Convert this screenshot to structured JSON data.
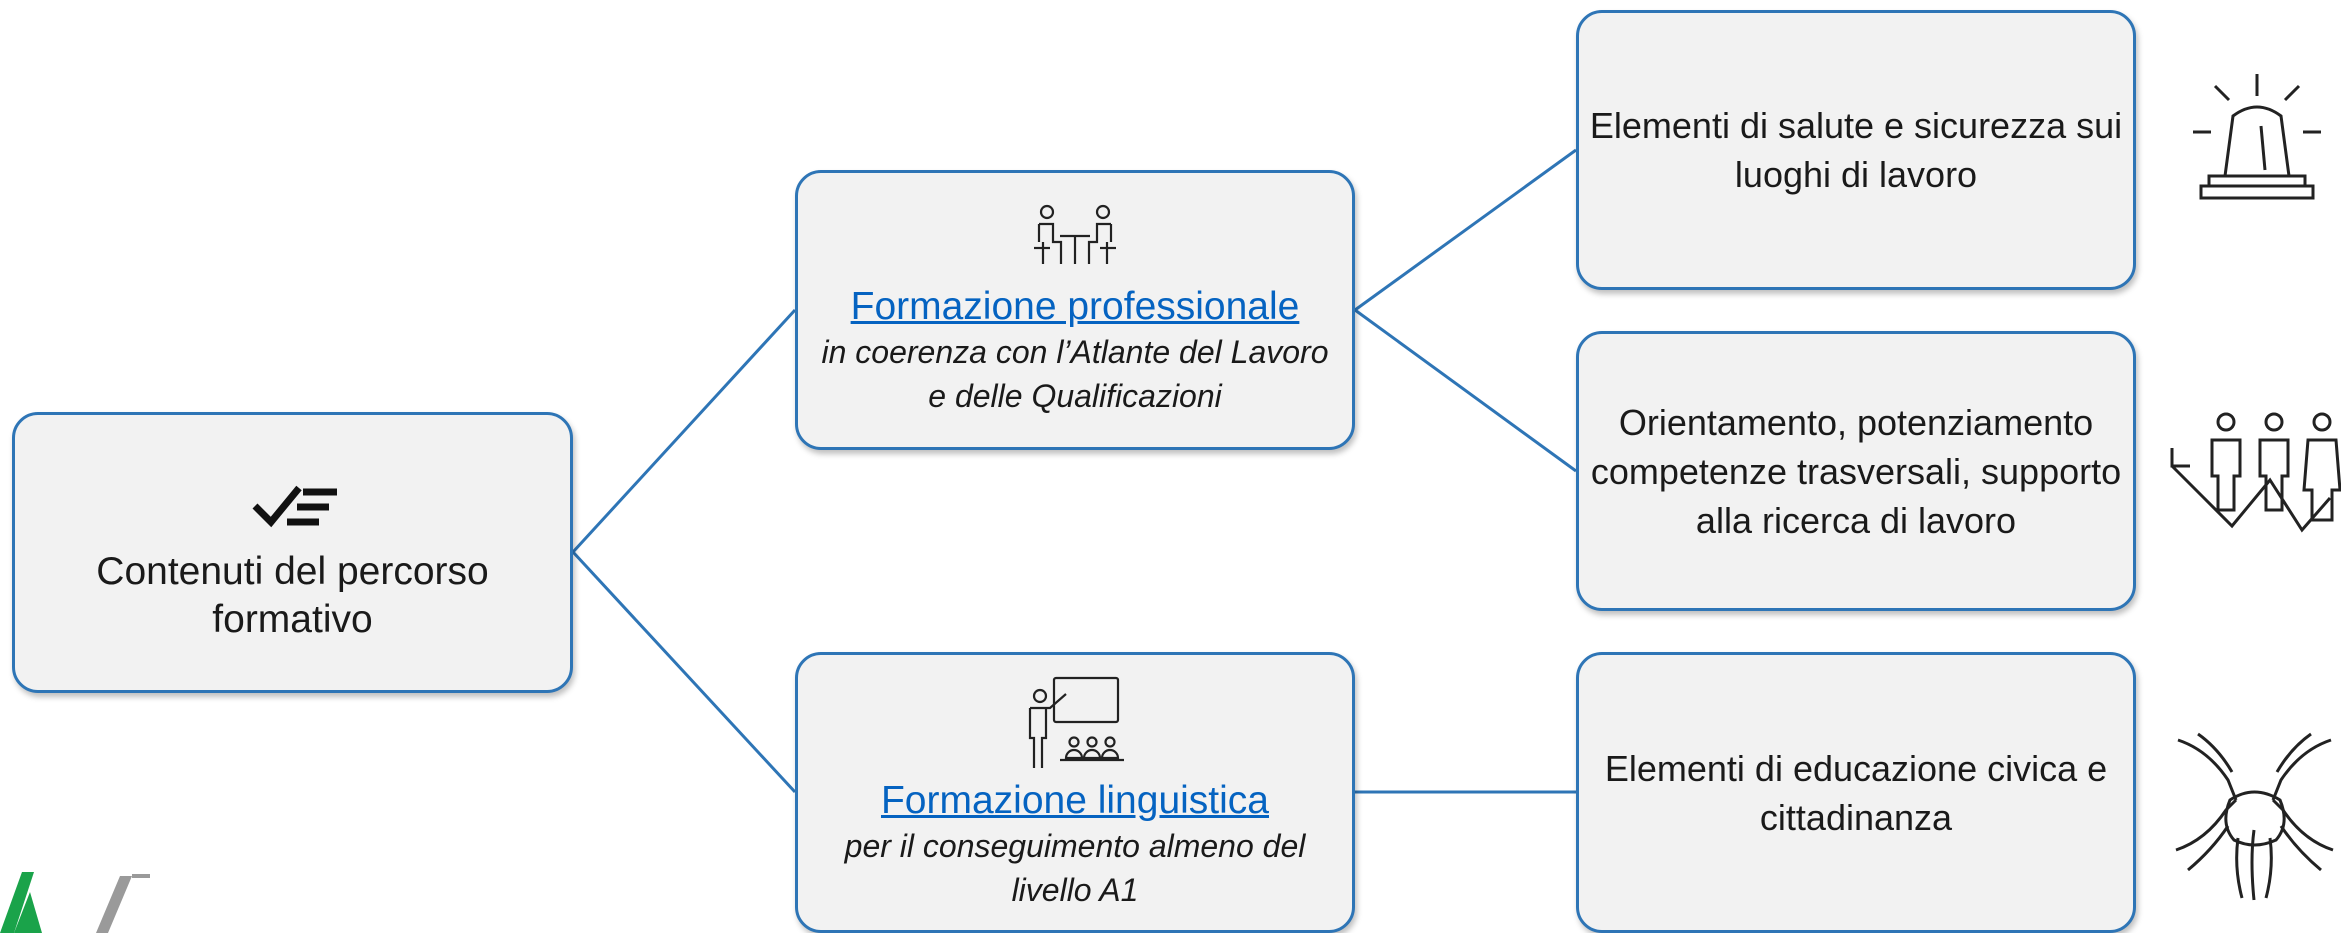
{
  "colors": {
    "connector": "#2e75b6",
    "box_border": "#2e75b6",
    "box_fill": "#f2f2f2",
    "link": "#0563c1",
    "logo_green": "#1aa34a",
    "logo_grey": "#9a9a9a"
  },
  "root": {
    "text": "Contenuti del percorso formativo",
    "icon": "checklist-icon"
  },
  "branches": [
    {
      "title": "Formazione professionale",
      "subtitle": "in coerenza con l’Atlante del Lavoro e delle Qualificazioni",
      "icon": "meeting-icon"
    },
    {
      "title": "Formazione linguistica",
      "subtitle": "per il conseguimento almeno del livello A1",
      "icon": "teacher-class-icon"
    }
  ],
  "leaves": [
    {
      "text": "Elementi di salute e sicurezza sui luoghi di lavoro",
      "icon": "siren-icon"
    },
    {
      "text": "Orientamento, potenziamento competenze trasversali, supporto alla ricerca di lavoro",
      "icon": "team-growth-icon"
    },
    {
      "text": "Elementi di educazione civica e cittadinanza",
      "icon": "joined-hands-icon"
    }
  ]
}
